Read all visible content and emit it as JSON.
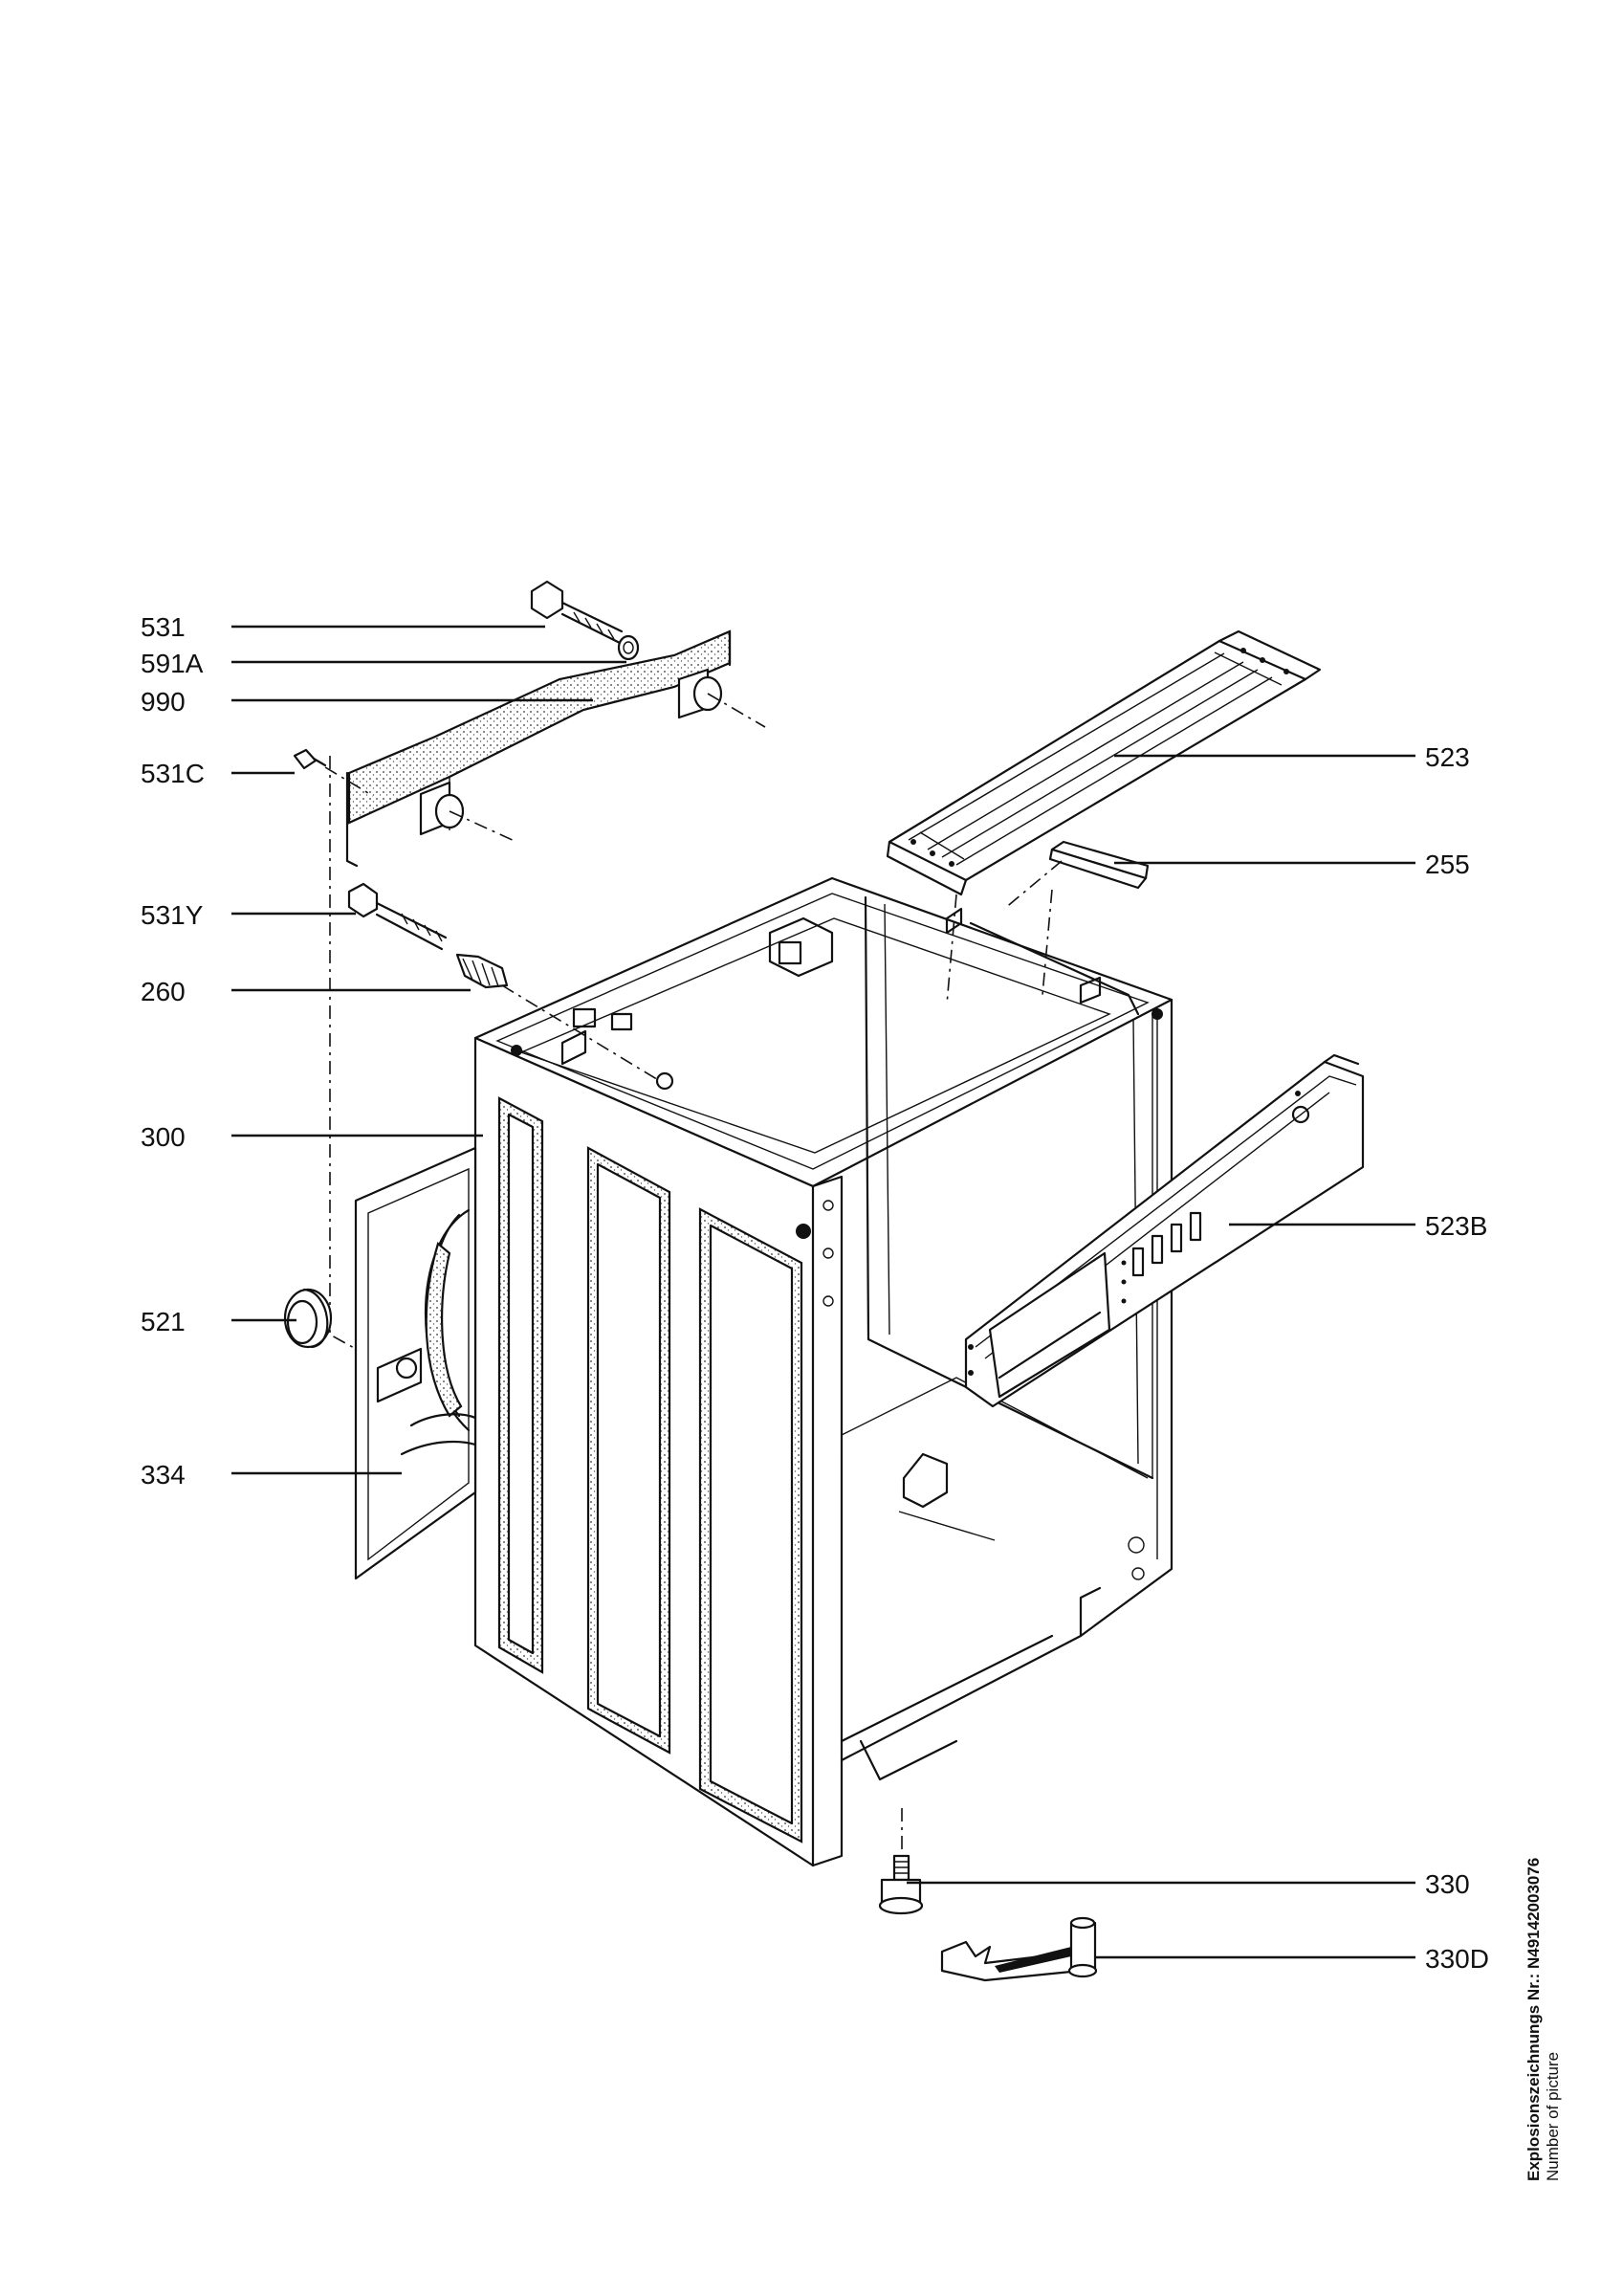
{
  "labels": {
    "p531": "531",
    "p591A": "591A",
    "p990": "990",
    "p531C": "531C",
    "p531Y": "531Y",
    "p260": "260",
    "p300": "300",
    "p521": "521",
    "p334": "334",
    "p523": "523",
    "p255": "255",
    "p523B": "523B",
    "p330": "330",
    "p330D": "330D"
  },
  "picture_number": {
    "label": "Explosionszeichnungs Nr.: N49142003076",
    "sublabel": "Number of picture"
  }
}
